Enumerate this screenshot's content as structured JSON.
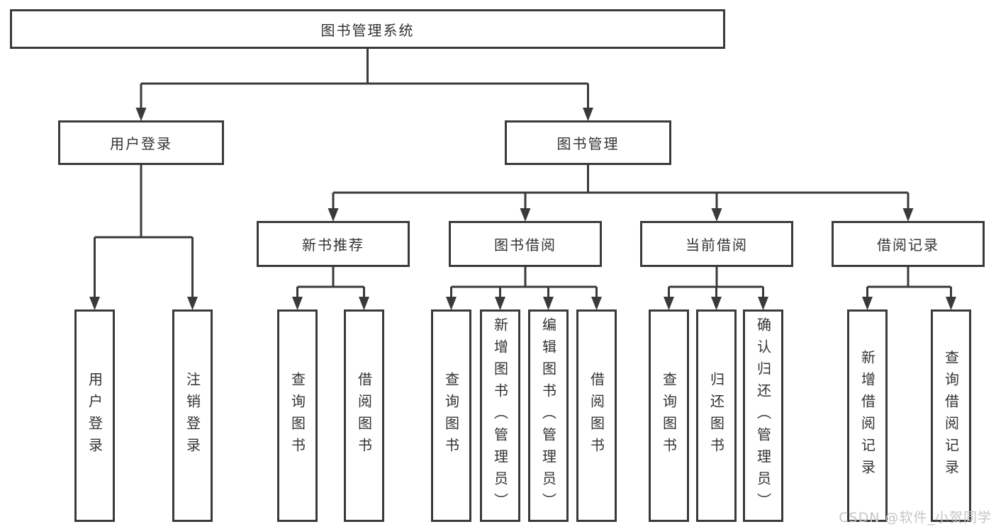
{
  "diagram": {
    "title": "图书管理系统",
    "watermark": "CSDN @软件_小贺同学",
    "colors": {
      "line": "#3a3a3a",
      "box_border": "#3a3a3a",
      "text": "#333333",
      "watermark": "#c6c6c6",
      "background": "#ffffff"
    },
    "nodes": [
      {
        "id": "root",
        "label": "图书管理系统",
        "parent": null,
        "orientation": "horizontal"
      },
      {
        "id": "user-login",
        "label": "用户登录",
        "parent": "root",
        "orientation": "horizontal"
      },
      {
        "id": "book-mgmt",
        "label": "图书管理",
        "parent": "root",
        "orientation": "horizontal"
      },
      {
        "id": "new-book-rec",
        "label": "新书推荐",
        "parent": "book-mgmt",
        "orientation": "horizontal"
      },
      {
        "id": "book-borrow",
        "label": "图书借阅",
        "parent": "book-mgmt",
        "orientation": "horizontal"
      },
      {
        "id": "current-borrow",
        "label": "当前借阅",
        "parent": "book-mgmt",
        "orientation": "horizontal"
      },
      {
        "id": "borrow-record",
        "label": "借阅记录",
        "parent": "book-mgmt",
        "orientation": "horizontal"
      },
      {
        "id": "leaf-user-login",
        "label": "用户登录",
        "parent": "user-login",
        "orientation": "vertical"
      },
      {
        "id": "leaf-logout",
        "label": "注销登录",
        "parent": "user-login",
        "orientation": "vertical"
      },
      {
        "id": "leaf-nb-query",
        "label": "查询图书",
        "parent": "new-book-rec",
        "orientation": "vertical"
      },
      {
        "id": "leaf-nb-borrow",
        "label": "借阅图书",
        "parent": "new-book-rec",
        "orientation": "vertical"
      },
      {
        "id": "leaf-bb-query",
        "label": "查询图书",
        "parent": "book-borrow",
        "orientation": "vertical"
      },
      {
        "id": "leaf-bb-add",
        "label": "新增图书（管理员）",
        "parent": "book-borrow",
        "orientation": "vertical"
      },
      {
        "id": "leaf-bb-edit",
        "label": "编辑图书（管理员）",
        "parent": "book-borrow",
        "orientation": "vertical"
      },
      {
        "id": "leaf-bb-borrow",
        "label": "借阅图书",
        "parent": "book-borrow",
        "orientation": "vertical"
      },
      {
        "id": "leaf-cb-query",
        "label": "查询图书",
        "parent": "current-borrow",
        "orientation": "vertical"
      },
      {
        "id": "leaf-cb-return",
        "label": "归还图书",
        "parent": "current-borrow",
        "orientation": "vertical"
      },
      {
        "id": "leaf-cb-confirm",
        "label": "确认归还（管理员）",
        "parent": "current-borrow",
        "orientation": "vertical"
      },
      {
        "id": "leaf-br-add",
        "label": "新增借阅记录",
        "parent": "borrow-record",
        "orientation": "vertical"
      },
      {
        "id": "leaf-br-query",
        "label": "查询借阅记录",
        "parent": "borrow-record",
        "orientation": "vertical"
      }
    ]
  }
}
